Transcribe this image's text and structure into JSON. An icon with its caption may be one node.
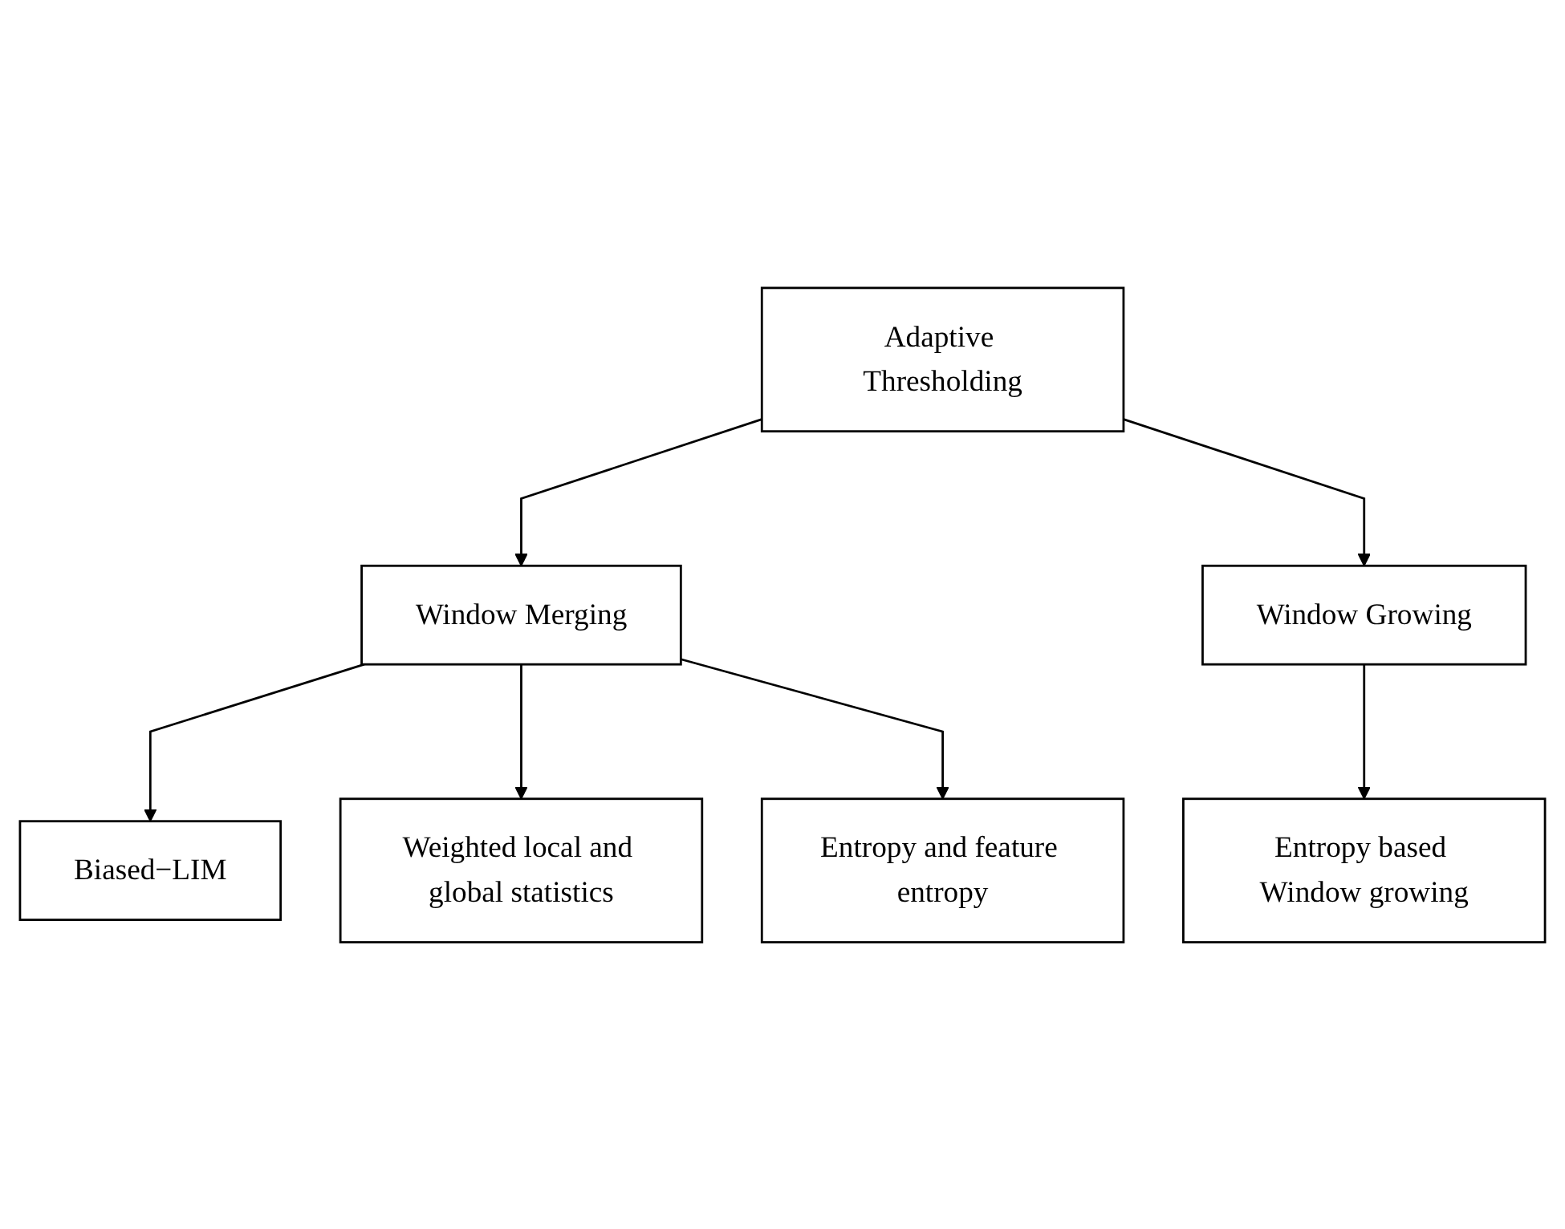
{
  "diagram": {
    "nodes": [
      {
        "text": [
          "Adaptive Thresholding"
        ]
      },
      {
        "text": [
          "Window Merging"
        ]
      },
      {
        "text": [
          "Window Growing"
        ]
      },
      {
        "text": [
          "Biased−LIM"
        ]
      },
      {
        "text": [
          "Weighted local and global statistics"
        ]
      },
      {
        "text": [
          "Entropy and feature entropy"
        ]
      },
      {
        "text": [
          "Entropy based Window growing"
        ]
      }
    ],
    "edges": [
      {
        "from": 0,
        "to": 1,
        "arrow": "to"
      },
      {
        "from": 0,
        "to": 2,
        "arrow": "to"
      },
      {
        "from": 1,
        "to": 3,
        "arrow": "to"
      },
      {
        "from": 1,
        "to": 4,
        "arrow": "to"
      },
      {
        "from": 1,
        "to": 5,
        "arrow": "to"
      },
      {
        "from": 2,
        "to": 6,
        "arrow": "to"
      }
    ]
  }
}
